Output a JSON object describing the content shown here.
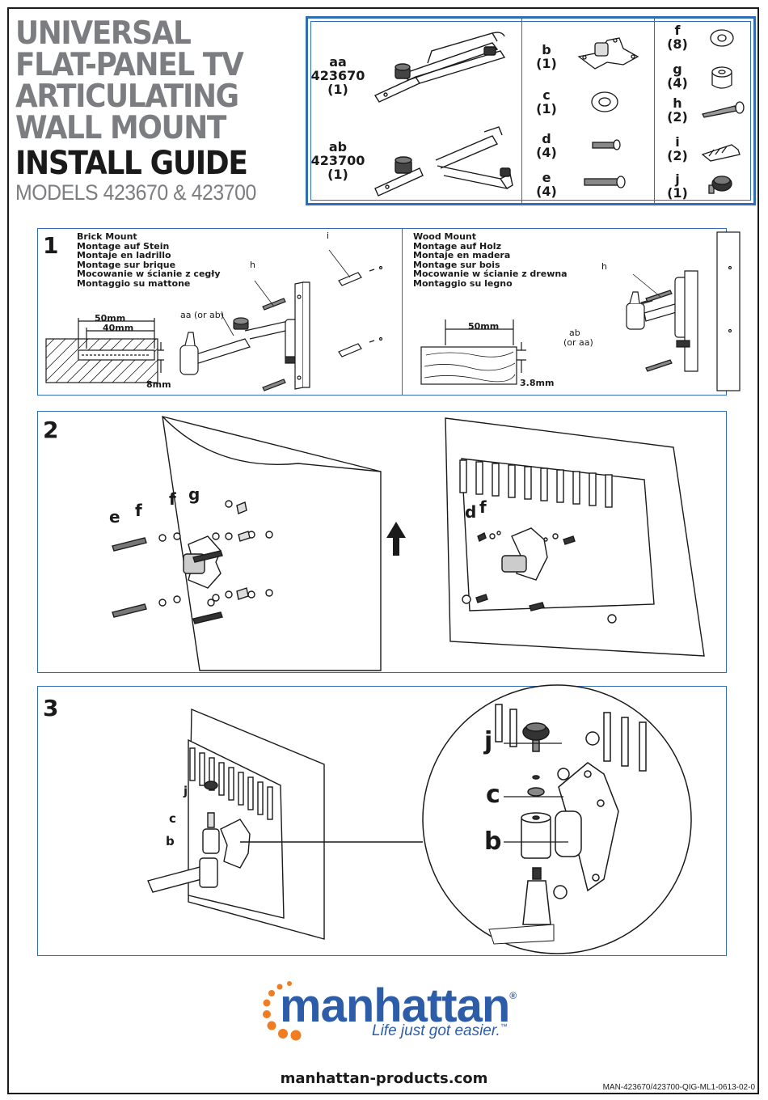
{
  "title": {
    "line1": "UNIVERSAL",
    "line2": "FLAT-PANEL TV",
    "line3": "ARTICULATING",
    "line4": "WALL MOUNT",
    "line5": "INSTALL GUIDE",
    "models": "MODELS 423670 & 423700"
  },
  "parts": {
    "aa": {
      "letter": "aa",
      "model": "423670",
      "qty": "(1)"
    },
    "ab": {
      "letter": "ab",
      "model": "423700",
      "qty": "(1)"
    },
    "b": {
      "letter": "b",
      "qty": "(1)"
    },
    "c": {
      "letter": "c",
      "qty": "(1)"
    },
    "d": {
      "letter": "d",
      "qty": "(4)"
    },
    "e": {
      "letter": "e",
      "qty": "(4)"
    },
    "f": {
      "letter": "f",
      "qty": "(8)"
    },
    "g": {
      "letter": "g",
      "qty": "(4)"
    },
    "h": {
      "letter": "h",
      "qty": "(2)"
    },
    "i": {
      "letter": "i",
      "qty": "(2)"
    },
    "j": {
      "letter": "j",
      "qty": "(1)"
    }
  },
  "step1": {
    "number": "1",
    "brick": [
      "Brick Mount",
      "Montage auf Stein",
      "Montaje en ladrillo",
      "Montage sur brique",
      "Mocowanie w ścianie z cegły",
      "Montaggio su mattone"
    ],
    "wood": [
      "Wood Mount",
      "Montage auf Holz",
      "Montaje en madera",
      "Montage sur bois",
      "Mocowanie w ścianie z drewna",
      "Montaggio su legno"
    ],
    "brick_dim_50": "50mm",
    "brick_dim_40": "40mm",
    "brick_dim_8": "8mm",
    "wood_dim_50": "50mm",
    "wood_dim_38": "3.8mm",
    "label_i": "i",
    "label_h": "h",
    "label_aa_or_ab": "aa (or ab)",
    "label_h2": "h",
    "label_ab": "ab",
    "label_or_aa": "(or aa)"
  },
  "step2": {
    "number": "2",
    "label_e": "e",
    "label_f": "f",
    "label_f2": "f",
    "label_g": "g",
    "label_d": "d",
    "label_f3": "f"
  },
  "step3": {
    "number": "3",
    "label_j": "j",
    "label_c": "c",
    "label_b": "b",
    "zoom_j": "j",
    "zoom_c": "c",
    "zoom_b": "b"
  },
  "brand": {
    "name": "manhattan",
    "registered": "®",
    "tagline": "Life just got easier.",
    "tm": "™",
    "website": "manhattan-products.com",
    "doc_id": "MAN-423670/423700-QIG-ML1-0613-02-0"
  },
  "colors": {
    "accent_blue": "#2f6db5",
    "brand_blue": "#2d5da8",
    "brand_orange": "#f07d22",
    "title_grey": "#7b7d80"
  }
}
